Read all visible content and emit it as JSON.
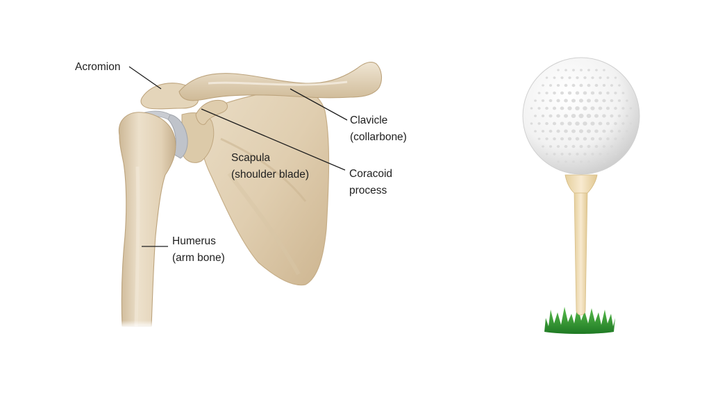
{
  "labels": {
    "acromion": "Acromion",
    "clavicle_line1": "Clavicle",
    "clavicle_line2": "(collarbone)",
    "scapula_line1": "Scapula",
    "scapula_line2": "(shoulder blade)",
    "coracoid_line1": "Coracoid",
    "coracoid_line2": "process",
    "humerus_line1": "Humerus",
    "humerus_line2": "(arm bone)"
  },
  "colors": {
    "bone_fill": "#e3d3b9",
    "bone_shadow": "#c7b291",
    "bone_highlight": "#f3eadb",
    "cartilage": "#c9ccd2",
    "leader_line": "#1e1e1e",
    "golf_ball": "#f4f4f4",
    "golf_ball_dimple": "#d6d6d6",
    "tee": "#f0dcae",
    "grass": "#3aa335"
  },
  "icons": {
    "left": "shoulder-anatomy-illustration",
    "right": "golf-ball-on-tee-icon"
  }
}
